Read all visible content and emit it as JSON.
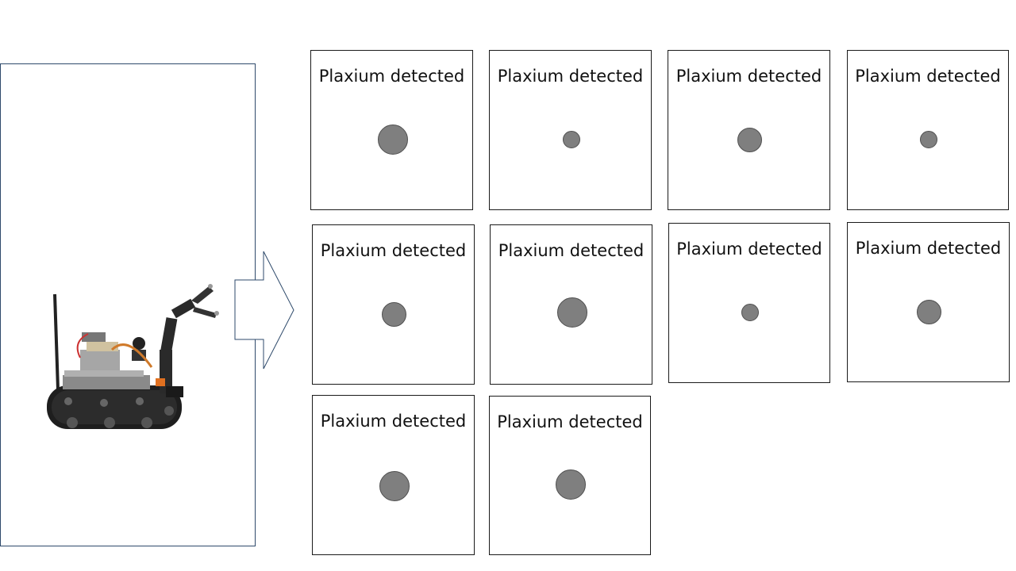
{
  "robot": {
    "image_alt": "tracked robot with gripper arm",
    "icon": "tracked-robot-icon"
  },
  "arrow": {
    "icon": "right-block-arrow-icon"
  },
  "detections": [
    {
      "label": "Plaxium detected",
      "dot_size": "large"
    },
    {
      "label": "Plaxium detected",
      "dot_size": "small"
    },
    {
      "label": "Plaxium detected",
      "dot_size": "medium"
    },
    {
      "label": "Plaxium detected",
      "dot_size": "small"
    },
    {
      "label": "Plaxium detected",
      "dot_size": "medium"
    },
    {
      "label": "Plaxium detected",
      "dot_size": "large"
    },
    {
      "label": "Plaxium detected",
      "dot_size": "small"
    },
    {
      "label": "Plaxium detected",
      "dot_size": "medium"
    },
    {
      "label": "Plaxium detected",
      "dot_size": "large"
    },
    {
      "label": "Plaxium detected",
      "dot_size": "large"
    }
  ],
  "colors": {
    "dot_fill": "#7f7f7f",
    "dot_stroke": "#505050",
    "card_border": "#1a1a1a",
    "panel_border": "#2e4a6b"
  }
}
